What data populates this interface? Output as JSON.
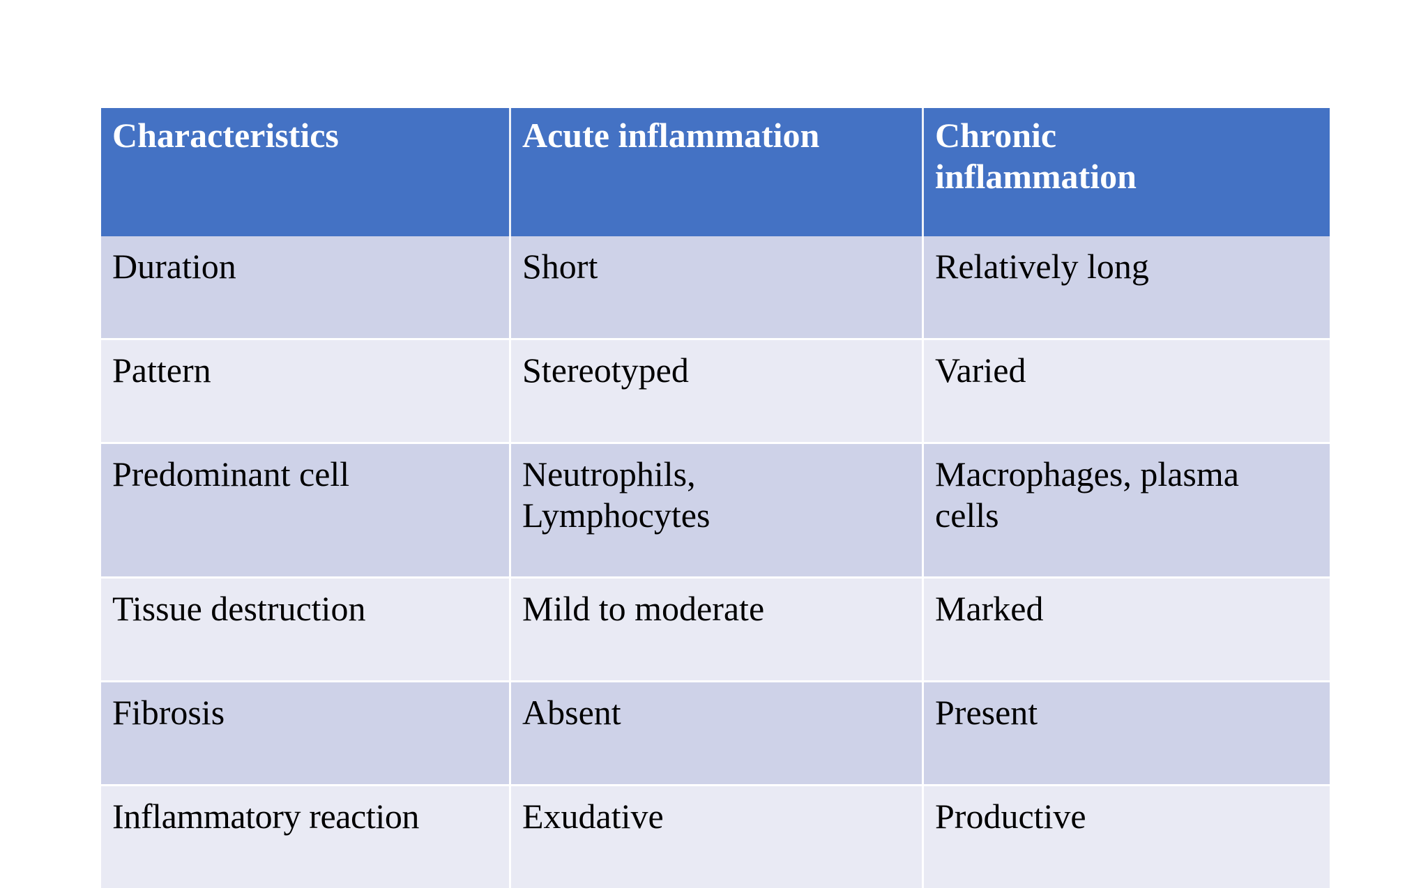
{
  "table": {
    "columns": [
      {
        "key": "characteristics",
        "label": "Characteristics"
      },
      {
        "key": "acute",
        "label": "Acute inflammation"
      },
      {
        "key": "chronic",
        "label": "Chronic\ninflammation"
      }
    ],
    "rows": [
      {
        "characteristics": "Duration",
        "acute": "Short",
        "chronic": "Relatively long"
      },
      {
        "characteristics": "Pattern",
        "acute": "Stereotyped",
        "chronic": "Varied"
      },
      {
        "characteristics": "Predominant cell",
        "acute": "Neutrophils,\nLymphocytes",
        "chronic": "Macrophages, plasma\ncells"
      },
      {
        "characteristics": "Tissue destruction",
        "acute": "Mild to moderate",
        "chronic": "Marked"
      },
      {
        "characteristics": "Fibrosis",
        "acute": "Absent",
        "chronic": "Present"
      },
      {
        "characteristics": "Inflammatory reaction",
        "acute": "Exudative",
        "chronic": "Productive"
      }
    ]
  },
  "colors": {
    "header_background": "#4472c4",
    "header_text": "#ffffff",
    "row_dark": "#ced2e8",
    "row_light": "#e9eaf4",
    "body_text": "#000000",
    "page_background": "#ffffff",
    "cell_divider": "#ffffff"
  }
}
